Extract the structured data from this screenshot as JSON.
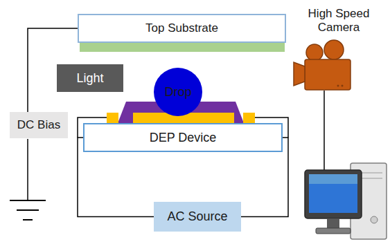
{
  "diagram": {
    "nodes": [
      {
        "text": [
          "Top Substrate"
        ]
      },
      {
        "text": [
          "High Speed Camera"
        ]
      },
      {
        "text": [
          "Light"
        ]
      },
      {
        "text": [
          "Drop"
        ]
      },
      {
        "text": [
          "DC Bias"
        ]
      },
      {
        "text": [
          "DEP Device"
        ]
      },
      {
        "text": [
          "AC Source"
        ]
      }
    ],
    "edges": [
      {
        "from": 0,
        "to": 4,
        "arrow": "none"
      },
      {
        "from": 5,
        "to": 6,
        "arrow": "none"
      },
      {
        "from": 5,
        "to": 6,
        "arrow": "none"
      }
    ]
  }
}
